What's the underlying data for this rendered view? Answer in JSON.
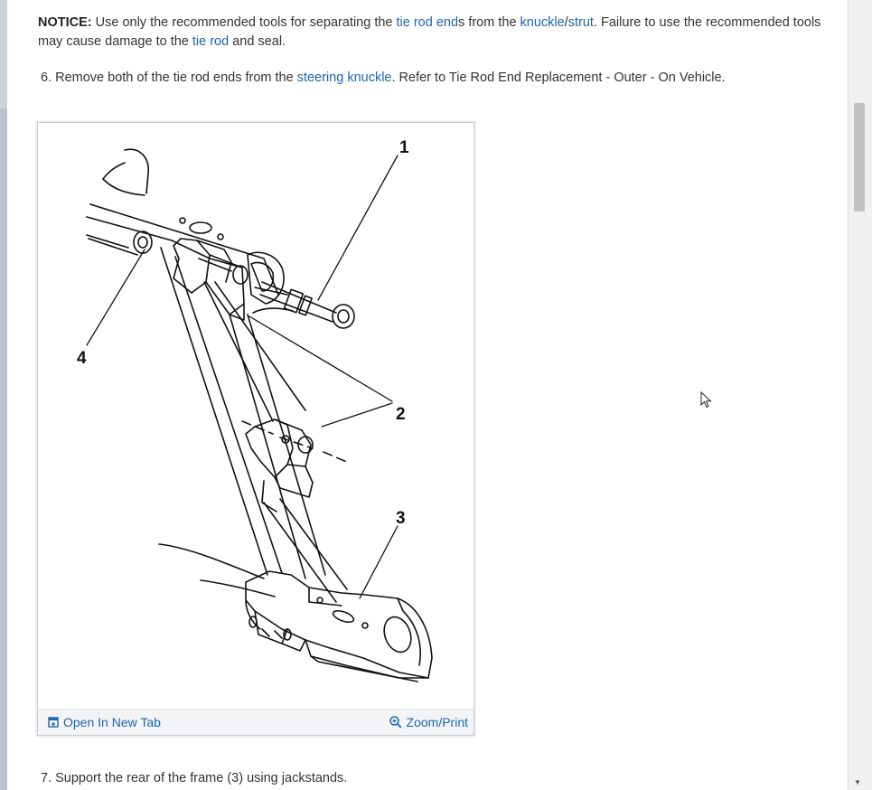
{
  "notice": {
    "label": "NOTICE:",
    "t1": " Use only the recommended tools for separating the ",
    "link_tie_rod_end": "tie rod end",
    "t2": "s from the ",
    "link_knuckle": "knuckle",
    "t3": "/",
    "link_strut": "strut",
    "t4": ". Failure to use the recommended tools may cause damage to the ",
    "link_tie_rod": "tie rod",
    "t5": " and seal."
  },
  "step6": {
    "t1": "6. Remove both of the tie rod ends from the ",
    "link_steering_knuckle": "steering knuckle",
    "t2": ". Refer to Tie Rod End Replacement - Outer - On Vehicle."
  },
  "figure": {
    "callouts": [
      "1",
      "2",
      "3",
      "4"
    ],
    "open_label": "Open In New Tab",
    "zoom_label": "Zoom/Print"
  },
  "step7": {
    "text": "7. Support the rear of the frame (3) using jackstands."
  },
  "colors": {
    "link": "#1a66b0",
    "text": "#333333",
    "figure_bar": "#f2f4f6"
  },
  "icons": [
    "open-new-tab-icon",
    "zoom-icon",
    "scroll-down-arrow-icon",
    "mouse-cursor-icon"
  ]
}
